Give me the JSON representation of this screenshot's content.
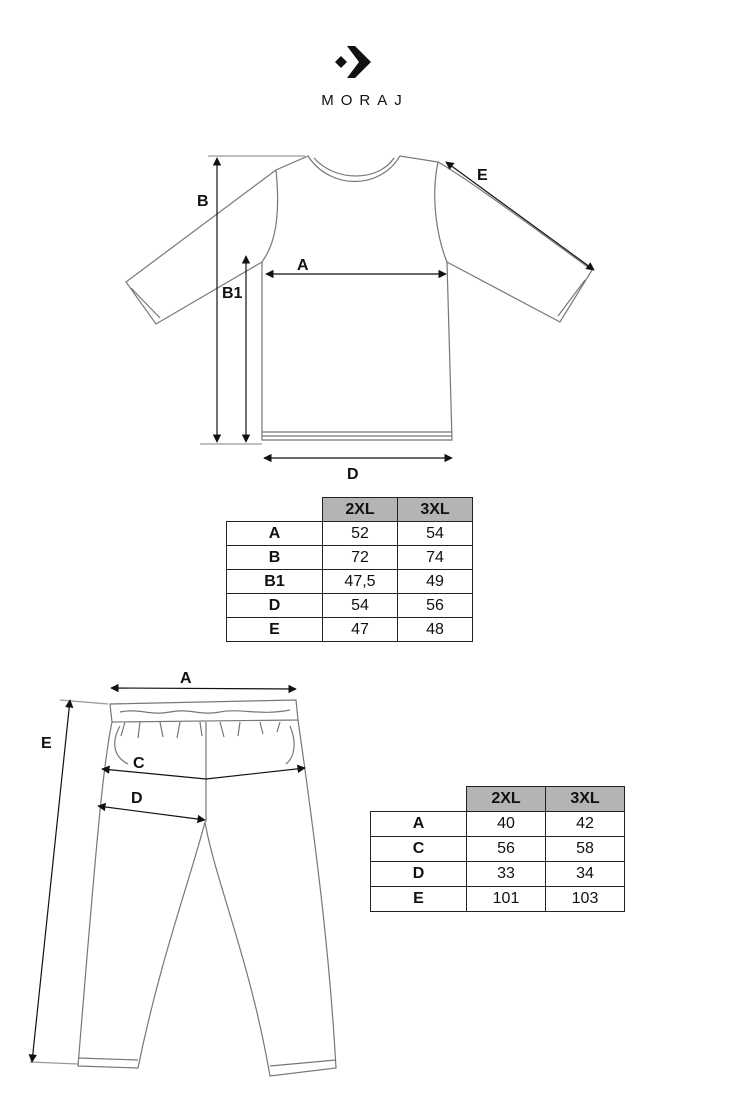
{
  "brand": {
    "name": "MORAJ",
    "logo_icon": "moraj-diamond-chevron-icon"
  },
  "top_diagram": {
    "labels": {
      "A": "A",
      "B": "B",
      "B1": "B1",
      "D": "D",
      "E": "E"
    }
  },
  "top_table": {
    "headers": [
      "2XL",
      "3XL"
    ],
    "rows": [
      {
        "label": "A",
        "values": [
          "52",
          "54"
        ]
      },
      {
        "label": "B",
        "values": [
          "72",
          "74"
        ]
      },
      {
        "label": "B1",
        "values": [
          "47,5",
          "49"
        ]
      },
      {
        "label": "D",
        "values": [
          "54",
          "56"
        ]
      },
      {
        "label": "E",
        "values": [
          "47",
          "48"
        ]
      }
    ]
  },
  "bottom_diagram": {
    "labels": {
      "A": "A",
      "C": "C",
      "D": "D",
      "E": "E"
    }
  },
  "bottom_table": {
    "headers": [
      "2XL",
      "3XL"
    ],
    "rows": [
      {
        "label": "A",
        "values": [
          "40",
          "42"
        ]
      },
      {
        "label": "C",
        "values": [
          "56",
          "58"
        ]
      },
      {
        "label": "D",
        "values": [
          "33",
          "34"
        ]
      },
      {
        "label": "E",
        "values": [
          "101",
          "103"
        ]
      }
    ]
  },
  "colors": {
    "header_fill": "#b4b4b4",
    "line": "#222222"
  }
}
